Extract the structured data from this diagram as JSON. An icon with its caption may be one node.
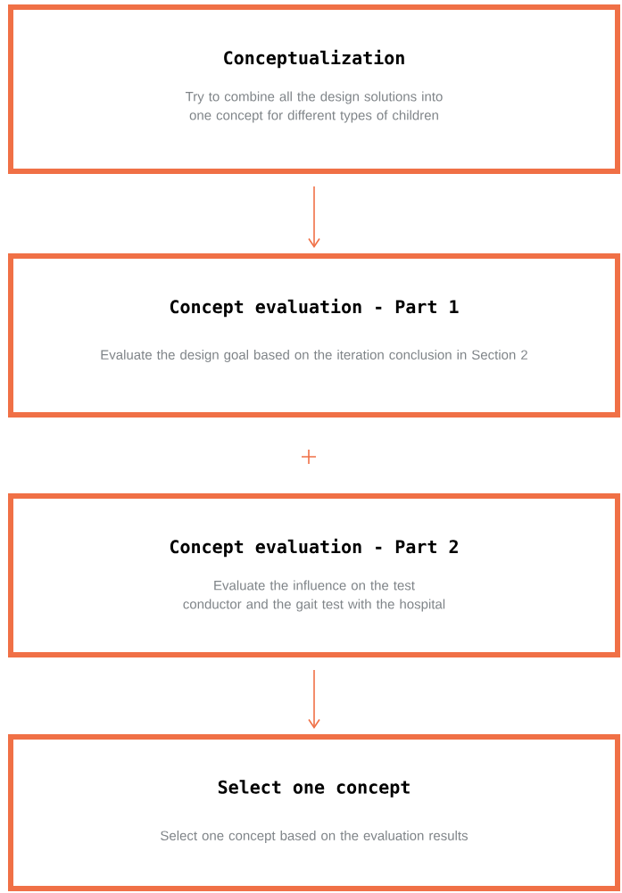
{
  "diagram": {
    "nodes": [
      {
        "text": [
          "Conceptualization",
          "Try to combine all the design solutions into one concept for different types of children"
        ]
      },
      {
        "text": [
          "Concept evaluation - Part 1",
          "Evaluate the design goal based on the iteration conclusion in Section 2"
        ]
      },
      {
        "text": [
          "Concept evaluation - Part 2",
          "Evaluate the influence on the test conductor and the gait test with the hospital"
        ]
      },
      {
        "text": [
          "Select one concept",
          "Select one concept based on the evaluation results"
        ]
      }
    ],
    "edges": [
      {
        "from": 0,
        "to": 1,
        "arrow": "to"
      },
      {
        "from": 2,
        "to": 3,
        "arrow": "to"
      }
    ]
  }
}
